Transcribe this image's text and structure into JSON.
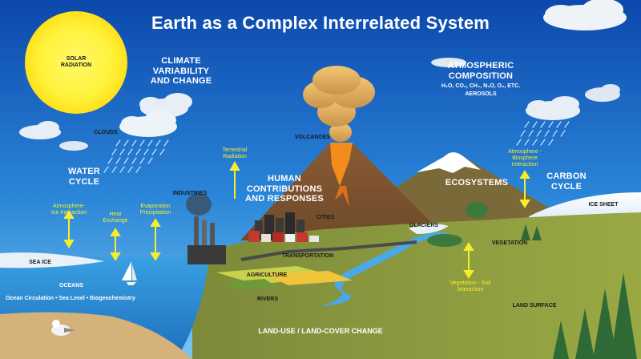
{
  "title": "Earth as a Complex Interrelated System",
  "labels": {
    "solar_radiation": "SOLAR\nRADIATION",
    "climate_variability": "CLIMATE\nVARIABILITY\nAND CHANGE",
    "atmospheric_composition": "ATMOSPHERIC\nCOMPOSITION",
    "gases": "H₂O, CO₂, CH₄, N₂O, O₃, ETC.",
    "aerosols": "AEROSOLS",
    "clouds": "CLOUDS",
    "volcanoes": "VOLCANOES",
    "terrestrial_radiation": "Terrestrial\nRadiation",
    "water_cycle": "WATER\nCYCLE",
    "human_contributions": "HUMAN\nCONTRIBUTIONS\nAND RESPONSES",
    "ecosystems": "ECOSYSTEMS",
    "carbon_cycle": "CARBON\nCYCLE",
    "atmosphere_biosphere": "Atmosphere -\nBiosphere\nInteraction",
    "industries": "INDUSTRIES",
    "cities": "CITIES",
    "ice_sheet": "ICE SHEET",
    "glaciers": "GLACIERS",
    "vegetation": "VEGETATION",
    "atmosphere_ice": "Atmosphere-\nIce Interaction",
    "heat_exchange": "Heat\nExchange",
    "evaporation": "Evaporation\nPrecipitation",
    "sea_ice": "SEA ICE",
    "oceans": "OCEANS",
    "ocean_circulation": "Ocean Circulation • Sea Level • Biogeochemistry",
    "transportation": "TRANSPORTATION",
    "agriculture": "AGRICULTURE",
    "rivers": "RIVERS",
    "vegetation_soil": "Vegetation - Soil\nInteraction",
    "land_surface": "LAND SURFACE",
    "land_use": "LAND-USE / LAND-COVER CHANGE"
  },
  "colors": {
    "sky_top": "#0e4fb3",
    "sky_bottom": "#5fb7ec",
    "sun": "#fff23a",
    "arrow_yellow": "#f4ee2a",
    "ocean": "#2e8fd6",
    "land": "#8a9a3a",
    "lava": "#f28c1c"
  }
}
